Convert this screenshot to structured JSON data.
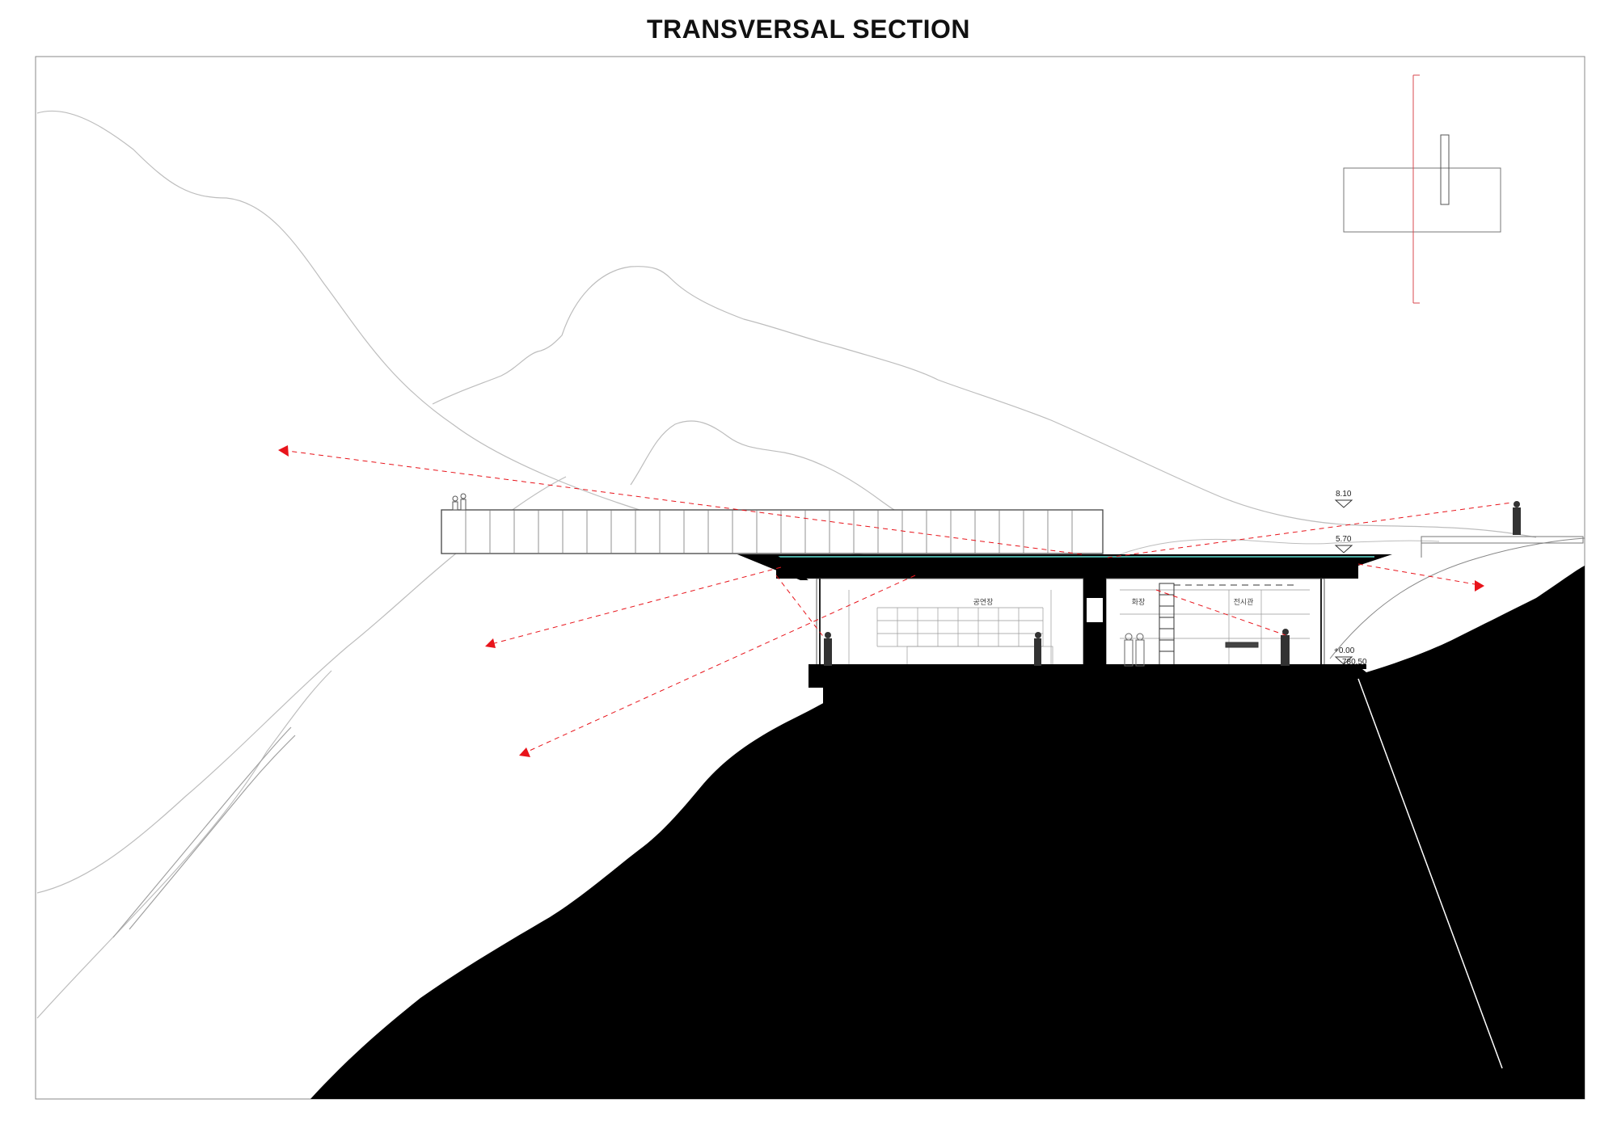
{
  "title": "TRANSVERSAL SECTION",
  "levels": {
    "roof_top": "8.10",
    "roof_mid": "5.70",
    "floor": "+0.00",
    "altitude": "780.50"
  },
  "room_labels": {
    "left": "공연장",
    "mid": "화장",
    "right": "전시관"
  },
  "colors": {
    "terrain": "#000000",
    "sightline": "#e8141b",
    "mountain_line": "#b9b9b9",
    "keyplan_axis": "#d8484f",
    "water": "#4aa8a0"
  }
}
